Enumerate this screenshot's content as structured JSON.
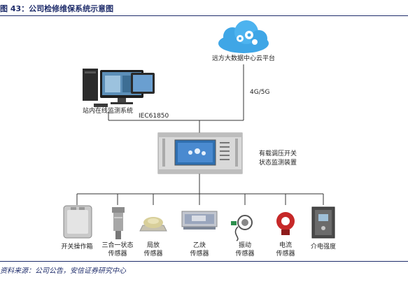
{
  "figure": {
    "title": "图 43：公司检修维保系统示意图",
    "source": "资料来源：公司公告，安信证券研究中心"
  },
  "diagram": {
    "cloud_label": "远方大数据中心云平台",
    "monitor_label": "站内在线监测系统",
    "link_4g": "4G/5G",
    "link_iec": "IEC61850",
    "device_label_line1": "有载调压开关",
    "device_label_line2": "状态监测装置",
    "sensors": [
      {
        "line1": "开关操作箱",
        "line2": ""
      },
      {
        "line1": "三合一状态",
        "line2": "传感器"
      },
      {
        "line1": "局放",
        "line2": "传感器"
      },
      {
        "line1": "乙炔",
        "line2": "传感器"
      },
      {
        "line1": "振动",
        "line2": "传感器"
      },
      {
        "line1": "电流",
        "line2": "传感器"
      },
      {
        "line1": "介电强度",
        "line2": ""
      }
    ]
  }
}
